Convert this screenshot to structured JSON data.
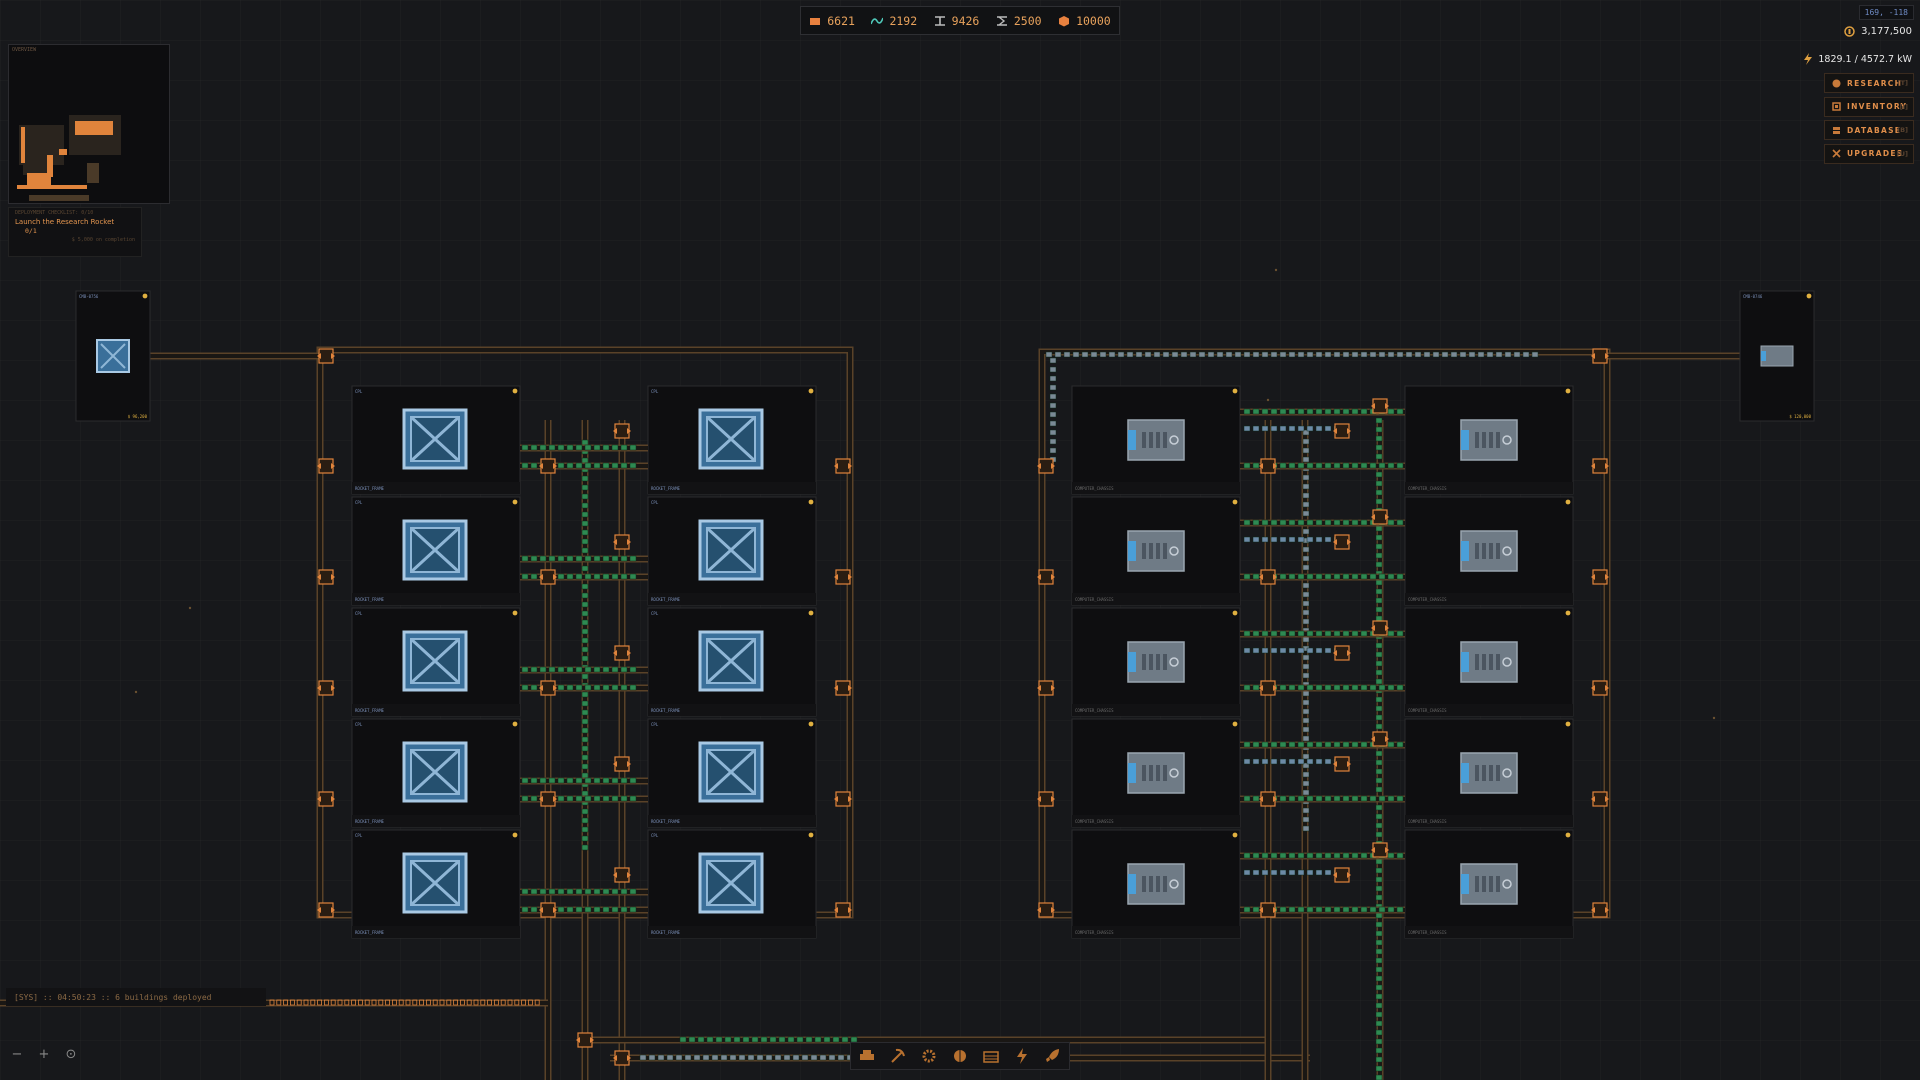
{
  "resources": [
    {
      "icon": "plate-icon",
      "value": "6621",
      "color": "#e8813f"
    },
    {
      "icon": "wave-icon",
      "value": "2192",
      "color": "#4fc7b8"
    },
    {
      "icon": "beam-icon",
      "value": "9426",
      "color": "#bbbbbb"
    },
    {
      "icon": "coil-icon",
      "value": "2500",
      "color": "#bbbbbb"
    },
    {
      "icon": "cube-icon",
      "value": "10000",
      "color": "#e8813f"
    }
  ],
  "coords": "169, -118",
  "money": "3,177,500",
  "power": "1829.1 / 4572.7 kW",
  "menu": [
    {
      "label": "RESEARCH",
      "key": "[T]",
      "icon": "flask-icon"
    },
    {
      "label": "INVENTORY",
      "key": "[I]",
      "icon": "box-icon"
    },
    {
      "label": "DATABASE",
      "key": "[B]",
      "icon": "book-icon"
    },
    {
      "label": "UPGRADES",
      "key": "[U]",
      "icon": "tools-icon"
    }
  ],
  "minimap": {
    "label": "OVERVIEW"
  },
  "objective": {
    "header": "DEPLOYMENT CHECKLIST: 0/10",
    "title": "Launch the Research Rocket",
    "progress": "0/1",
    "footer": "$ 5,000 on completion"
  },
  "log": "[SYS] :: 04:50:23 :: 6 buildings deployed",
  "zoom": {
    "minus": "−",
    "plus": "+",
    "locate": "⊙"
  },
  "toolbar": [
    "conveyor-icon",
    "pickaxe-icon",
    "gear-icon",
    "brain-icon",
    "factory-icon",
    "lightning-icon",
    "rocket-icon"
  ],
  "buildings": {
    "left_machine_label": "ROCKET_FRAME",
    "right_machine_label": "COMPUTER_CHASSIS",
    "left_source_tag": "CMB-0756",
    "right_source_tag": "CMB-0746",
    "left_source_value": "$ 96,200",
    "right_source_value": "$ 120,000"
  },
  "colors": {
    "accent": "#e0843c",
    "belt_green": "#2e8a52",
    "machine_blue": "#6c9bc4",
    "panel_bg": "#0e0e10"
  }
}
